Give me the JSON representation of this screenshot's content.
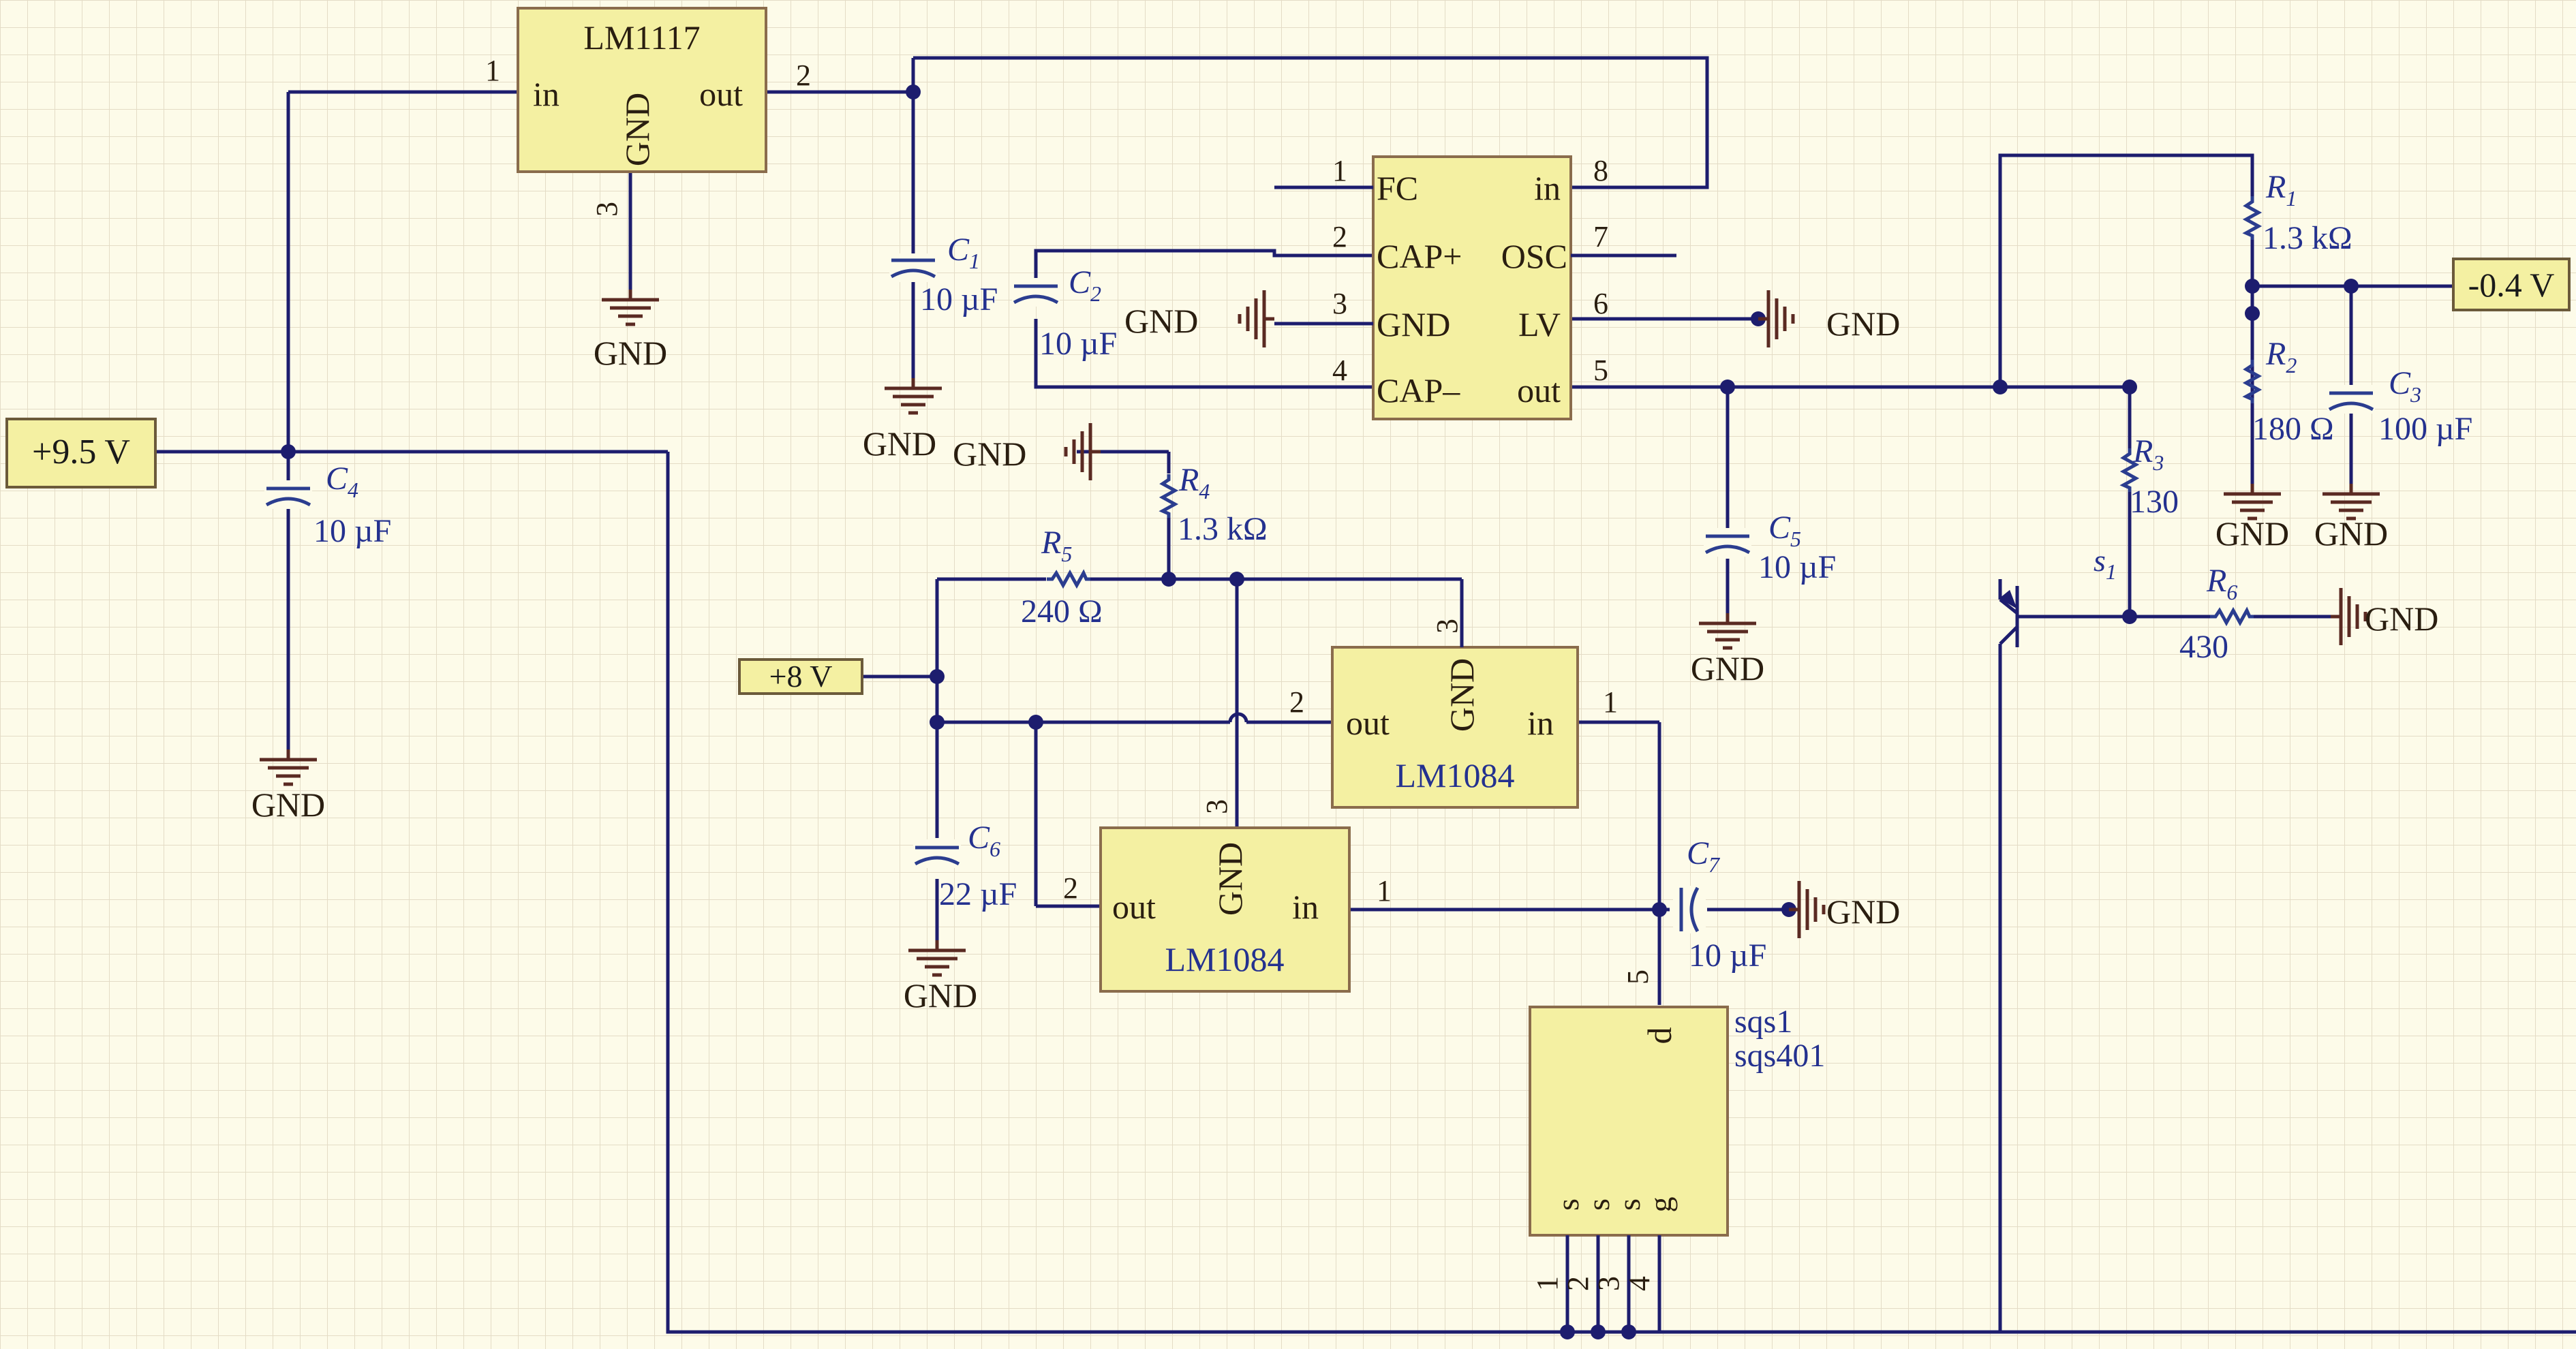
{
  "components": {
    "lm1117": {
      "name": "LM1117",
      "in": "in",
      "gnd": "GND",
      "out": "out",
      "pin1": "1",
      "pin2": "2",
      "pin3": "3"
    },
    "ic_mid": {
      "fc": "FC",
      "cap_plus": "CAP+",
      "gnd": "GND",
      "cap_minus": "CAP–",
      "in": "in",
      "osc": "OSC",
      "lv": "LV",
      "out": "out",
      "pin1": "1",
      "pin2": "2",
      "pin3": "3",
      "pin4": "4",
      "pin5": "5",
      "pin6": "6",
      "pin7": "7",
      "pin8": "8"
    },
    "lm1084_a": {
      "name": "LM1084",
      "out": "out",
      "gnd": "GND",
      "in": "in",
      "pin1": "1",
      "pin2": "2",
      "pin3": "3"
    },
    "lm1084_b": {
      "name": "LM1084",
      "out": "out",
      "gnd": "GND",
      "in": "in",
      "pin1": "1",
      "pin2": "2",
      "pin3": "3"
    },
    "mosfet": {
      "name1": "sqs1",
      "name2": "sqs401",
      "d": "d",
      "s": "s",
      "g": "g",
      "pin1": "1",
      "pin2": "2",
      "pin3": "3",
      "pin4": "4",
      "pin5": "5"
    }
  },
  "passives": {
    "c1": {
      "ref": "C",
      "sub": "1",
      "value": "10 µF"
    },
    "c2": {
      "ref": "C",
      "sub": "2",
      "value": "10 µF"
    },
    "c3": {
      "ref": "C",
      "sub": "3",
      "value": "100 µF"
    },
    "c4": {
      "ref": "C",
      "sub": "4",
      "value": "10 µF"
    },
    "c5": {
      "ref": "C",
      "sub": "5",
      "value": "10 µF"
    },
    "c6": {
      "ref": "C",
      "sub": "6",
      "value": "22 µF"
    },
    "c7": {
      "ref": "C",
      "sub": "7",
      "value": "10 µF"
    },
    "r1": {
      "ref": "R",
      "sub": "1",
      "value": "1.3 kΩ"
    },
    "r2": {
      "ref": "R",
      "sub": "2",
      "value": "180 Ω"
    },
    "r3": {
      "ref": "R",
      "sub": "3",
      "value": "130"
    },
    "r4": {
      "ref": "R",
      "sub": "4",
      "value": "1.3 kΩ"
    },
    "r5": {
      "ref": "R",
      "sub": "5",
      "value": "240 Ω"
    },
    "r6": {
      "ref": "R",
      "sub": "6",
      "value": "430"
    },
    "s1": {
      "ref": "s",
      "sub": "1"
    }
  },
  "ports": {
    "v95": "+9.5 V",
    "v8": "+8 V",
    "vneg": "-0.4 V"
  },
  "gnd_label": "GND",
  "colors": {
    "background": "#fdfbe9",
    "grid": "#e4dcc6",
    "wire": "#1d1d6e",
    "component_fill": "#f4f0a2",
    "component_border": "#8a6c4c",
    "gnd_symbol": "#5a2a22",
    "pin_text": "#2a1e10",
    "label_text": "#24318f"
  }
}
